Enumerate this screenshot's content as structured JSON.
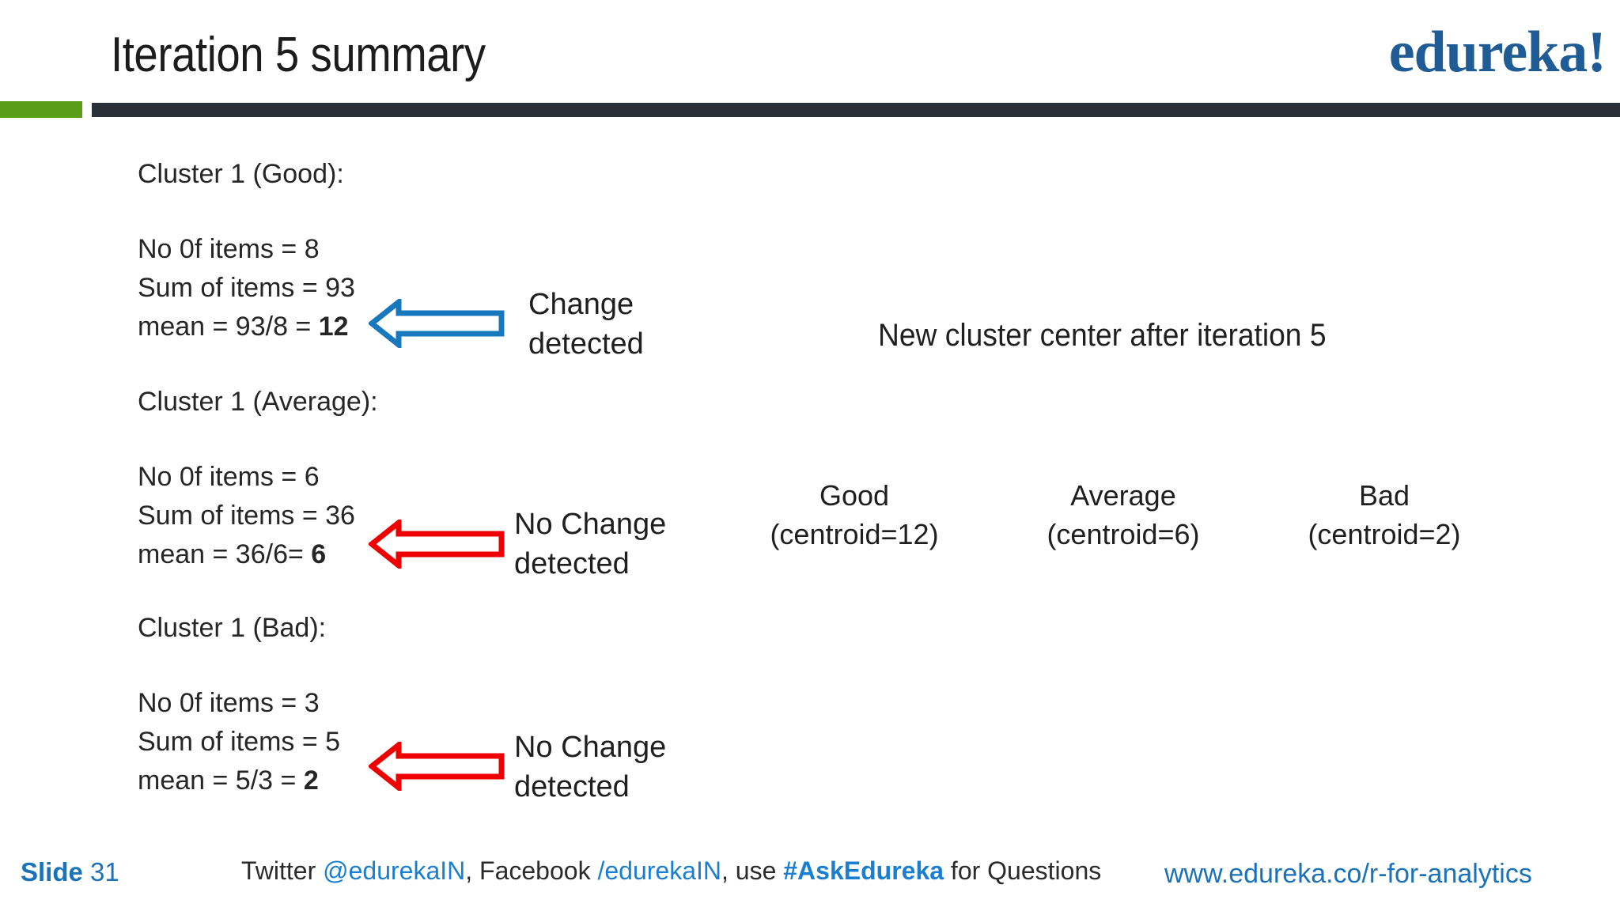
{
  "header": {
    "title": "Iteration 5 summary",
    "logo": "edureka!",
    "green_accent_color": "#5a9e18",
    "dark_rule_color": "#2b3038",
    "brand_color": "#1f5c96"
  },
  "clusters": [
    {
      "heading": "Cluster 1 (Good):",
      "count_line": "No 0f items = 8",
      "sum_line": "Sum of items = 93",
      "mean_prefix": "mean = 93/8 = ",
      "mean_value": "12",
      "arrow_color": "#1878bd",
      "note_line1": "Change",
      "note_line2": "detected"
    },
    {
      "heading": "Cluster 1 (Average):",
      "count_line": "No 0f items = 6",
      "sum_line": "Sum of items = 36",
      "mean_prefix": "mean = 36/6= ",
      "mean_value": "6",
      "arrow_color": "#ee0000",
      "note_line1": "No Change",
      "note_line2": "detected"
    },
    {
      "heading": "Cluster 1 (Bad):",
      "count_line": "No 0f items = 3",
      "sum_line": "Sum of items = 5",
      "mean_prefix": "mean = 5/3 = ",
      "mean_value": "2",
      "arrow_color": "#ee0000",
      "note_line1": "No Change",
      "note_line2": "detected"
    }
  ],
  "right_panel": {
    "heading": "New cluster center after iteration 5",
    "centroids": [
      {
        "name": "Good",
        "value": "(centroid=12)"
      },
      {
        "name": "Average",
        "value": "(centroid=6)"
      },
      {
        "name": "Bad",
        "value": "(centroid=2)"
      }
    ]
  },
  "footer": {
    "slide_label": "Slide",
    "slide_number": "31",
    "social_pre": "Twitter ",
    "social_twitter": "@edurekaIN",
    "social_mid": ", Facebook ",
    "social_facebook": "/edurekaIN",
    "social_use": ", use ",
    "social_hashtag": "#AskEdureka",
    "social_post": " for Questions",
    "url": "www.edureka.co/r-for-analytics"
  }
}
